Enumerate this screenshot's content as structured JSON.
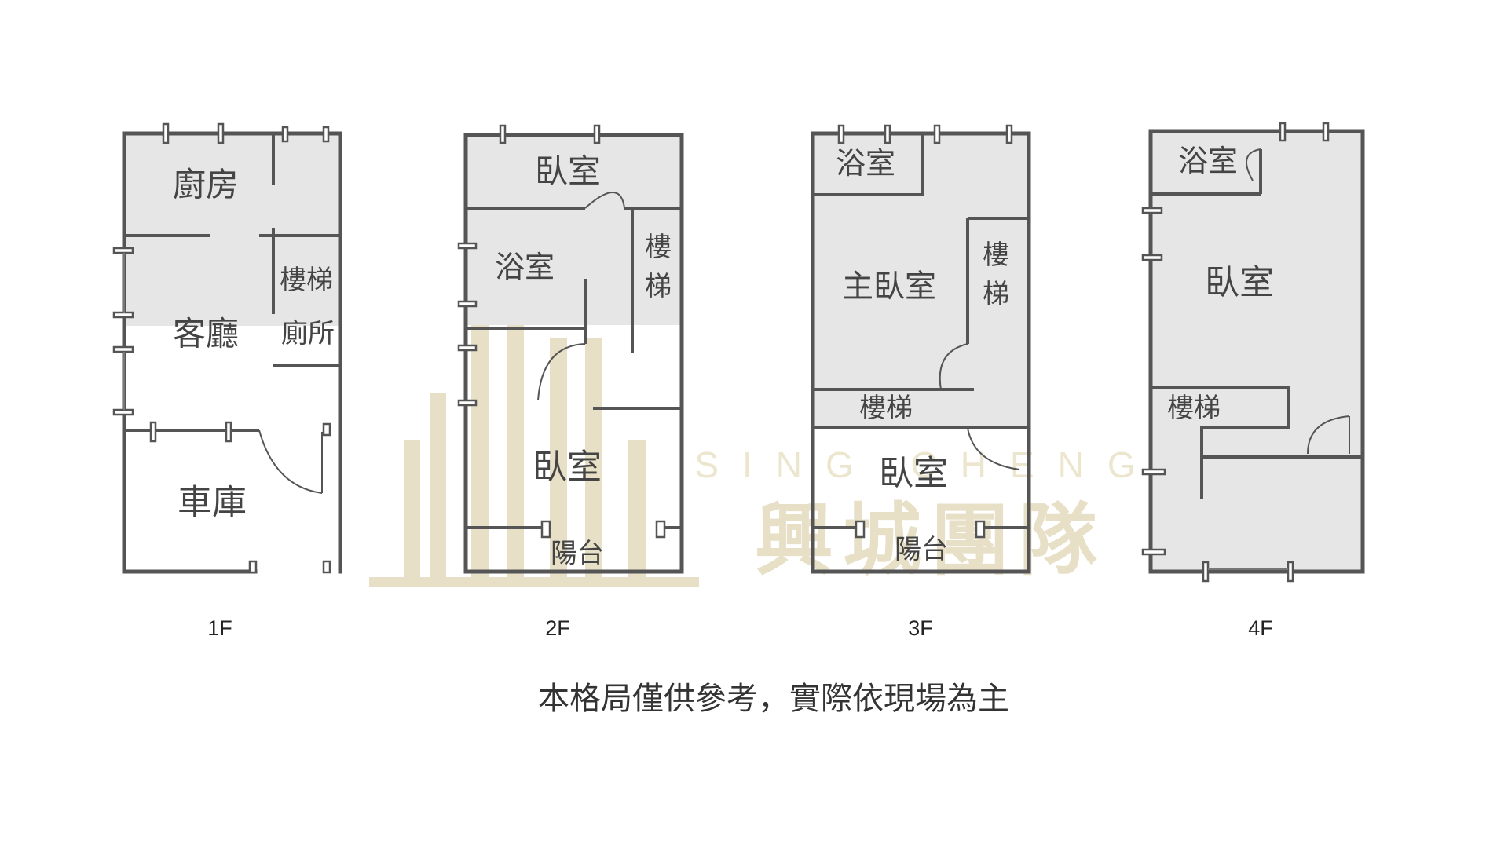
{
  "watermark": {
    "name_en": "SING CHENG",
    "name_zh": "興城團隊",
    "color": "#e7dfc6"
  },
  "floors": [
    {
      "label": "1F",
      "rooms": [
        "廚房",
        "樓梯",
        "客廳",
        "廁所",
        "車庫"
      ]
    },
    {
      "label": "2F",
      "rooms": [
        "臥室",
        "樓",
        "梯",
        "浴室",
        "臥室",
        "陽台"
      ]
    },
    {
      "label": "3F",
      "rooms": [
        "浴室",
        "主臥室",
        "樓",
        "梯",
        "樓梯",
        "臥室",
        "陽台"
      ]
    },
    {
      "label": "4F",
      "rooms": [
        "浴室",
        "臥室",
        "樓梯"
      ]
    }
  ],
  "note": "本格局僅供參考，實際依現場為主",
  "colors": {
    "wall": "#555555",
    "shade": "#e6e6e6",
    "background": "#ffffff"
  }
}
